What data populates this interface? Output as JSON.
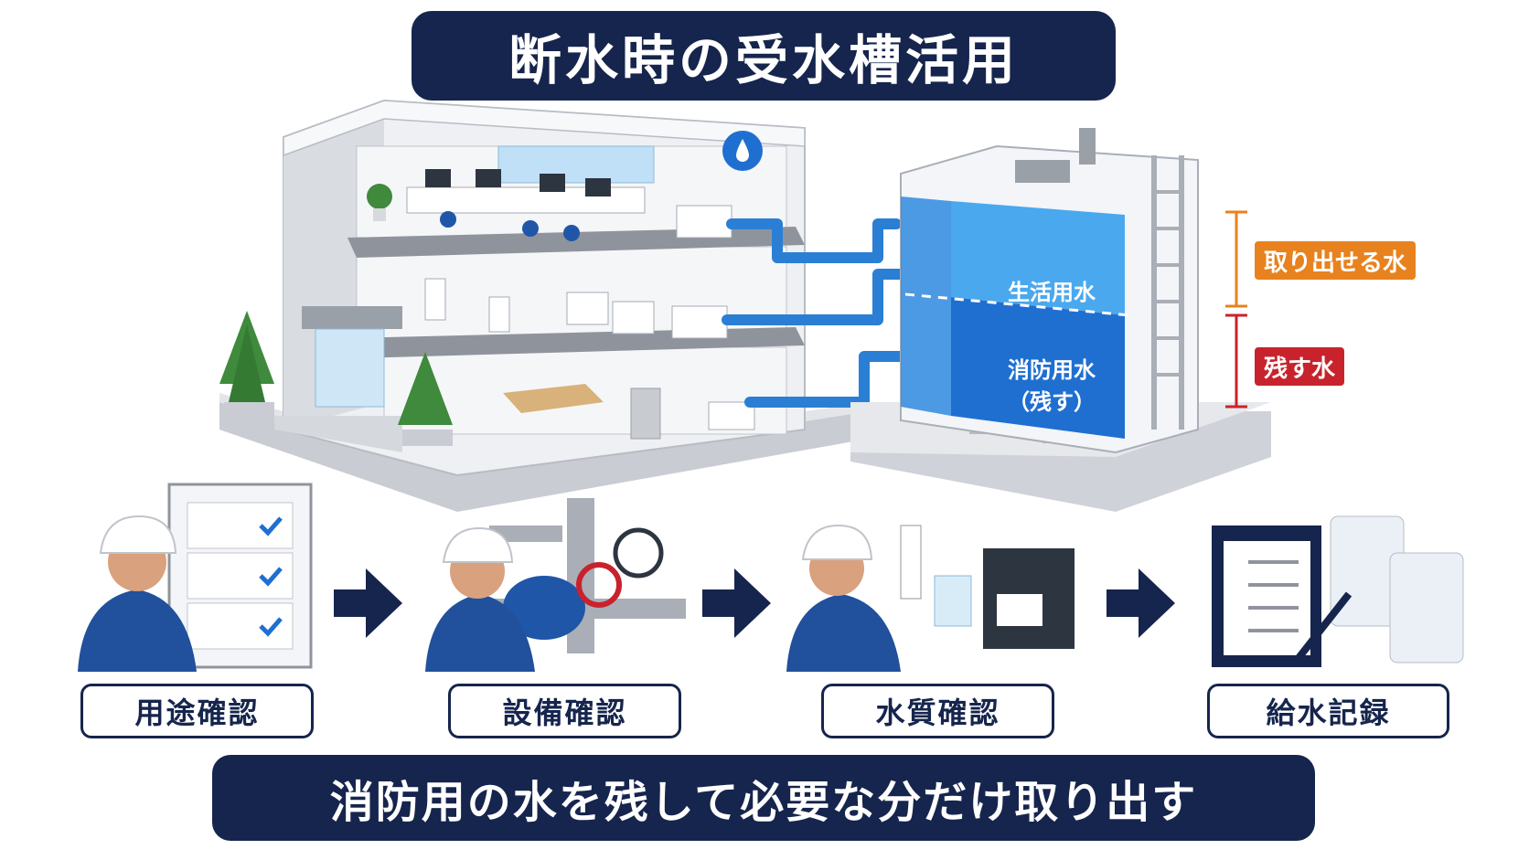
{
  "title": "断水時の受水槽活用",
  "footer": "消防用の水を残して必要な分だけ取り出す",
  "tank": {
    "upper_label": "生活用水",
    "lower_label_line1": "消防用水",
    "lower_label_line2": "（残す）",
    "tag_upper": "取り出せる水",
    "tag_lower": "残す水"
  },
  "steps": [
    {
      "label": "用途確認"
    },
    {
      "label": "設備確認"
    },
    {
      "label": "水質確認"
    },
    {
      "label": "給水記録"
    }
  ],
  "colors": {
    "navy": "#16254d",
    "water_light": "#4aa8ee",
    "water_dark": "#1f6fd1",
    "orange": "#e8821e",
    "red": "#c8232c",
    "pipe": "#2a7fd4"
  }
}
